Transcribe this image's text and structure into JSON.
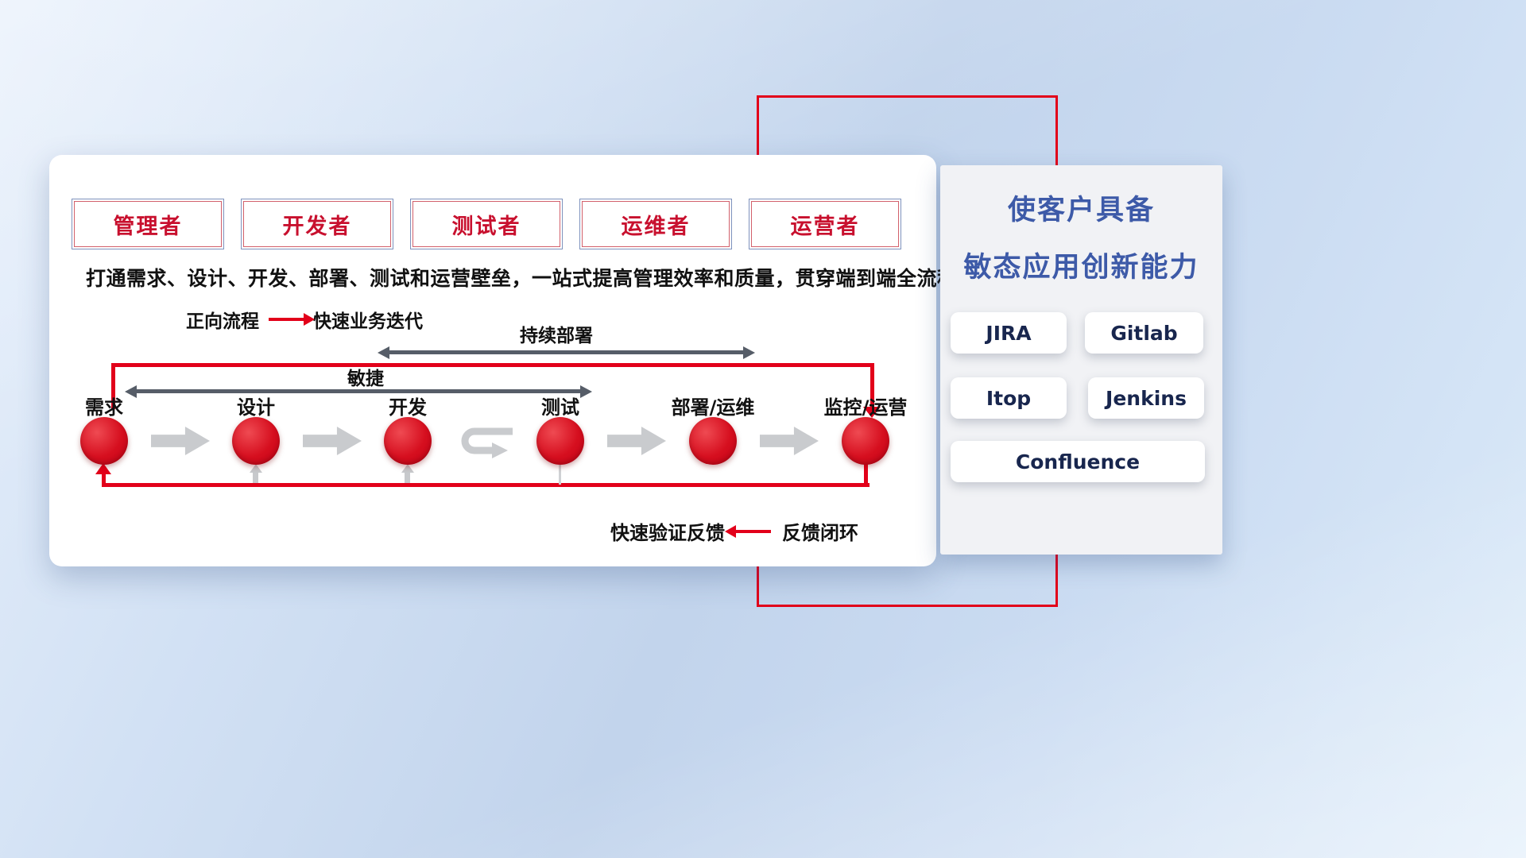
{
  "colors": {
    "accent_red": "#e2001a",
    "dark_arrow": "#565d68",
    "gray_arrow": "#c9cbce",
    "panel_title_blue": "#3d5aa8",
    "role_text_red": "#c8102e",
    "tool_text_navy": "#18264e"
  },
  "roles": [
    {
      "label": "管理者"
    },
    {
      "label": "开发者"
    },
    {
      "label": "测试者"
    },
    {
      "label": "运维者"
    },
    {
      "label": "运营者"
    }
  ],
  "description": "打通需求、设计、开发、部署、测试和运营壁垒，一站式提高管理效率和质量，贯穿端到端全流程",
  "forward_legend": {
    "label": "正向流程",
    "value": "快速业务迭代"
  },
  "span_labels": {
    "continuous_deploy": "持续部署",
    "agile": "敏捷"
  },
  "stages": [
    {
      "label": "需求"
    },
    {
      "label": "设计"
    },
    {
      "label": "开发"
    },
    {
      "label": "测试"
    },
    {
      "label": "部署/运维"
    },
    {
      "label": "监控/运营"
    }
  ],
  "feedback_legend": {
    "label": "快速验证反馈",
    "value": "反馈闭环"
  },
  "right_panel": {
    "title_line1": "使客户具备",
    "title_line2": "敏态应用创新能力",
    "tools": [
      {
        "label": "JIRA"
      },
      {
        "label": "Gitlab"
      },
      {
        "label": "Itop"
      },
      {
        "label": "Jenkins"
      },
      {
        "label": "Confluence"
      }
    ]
  }
}
